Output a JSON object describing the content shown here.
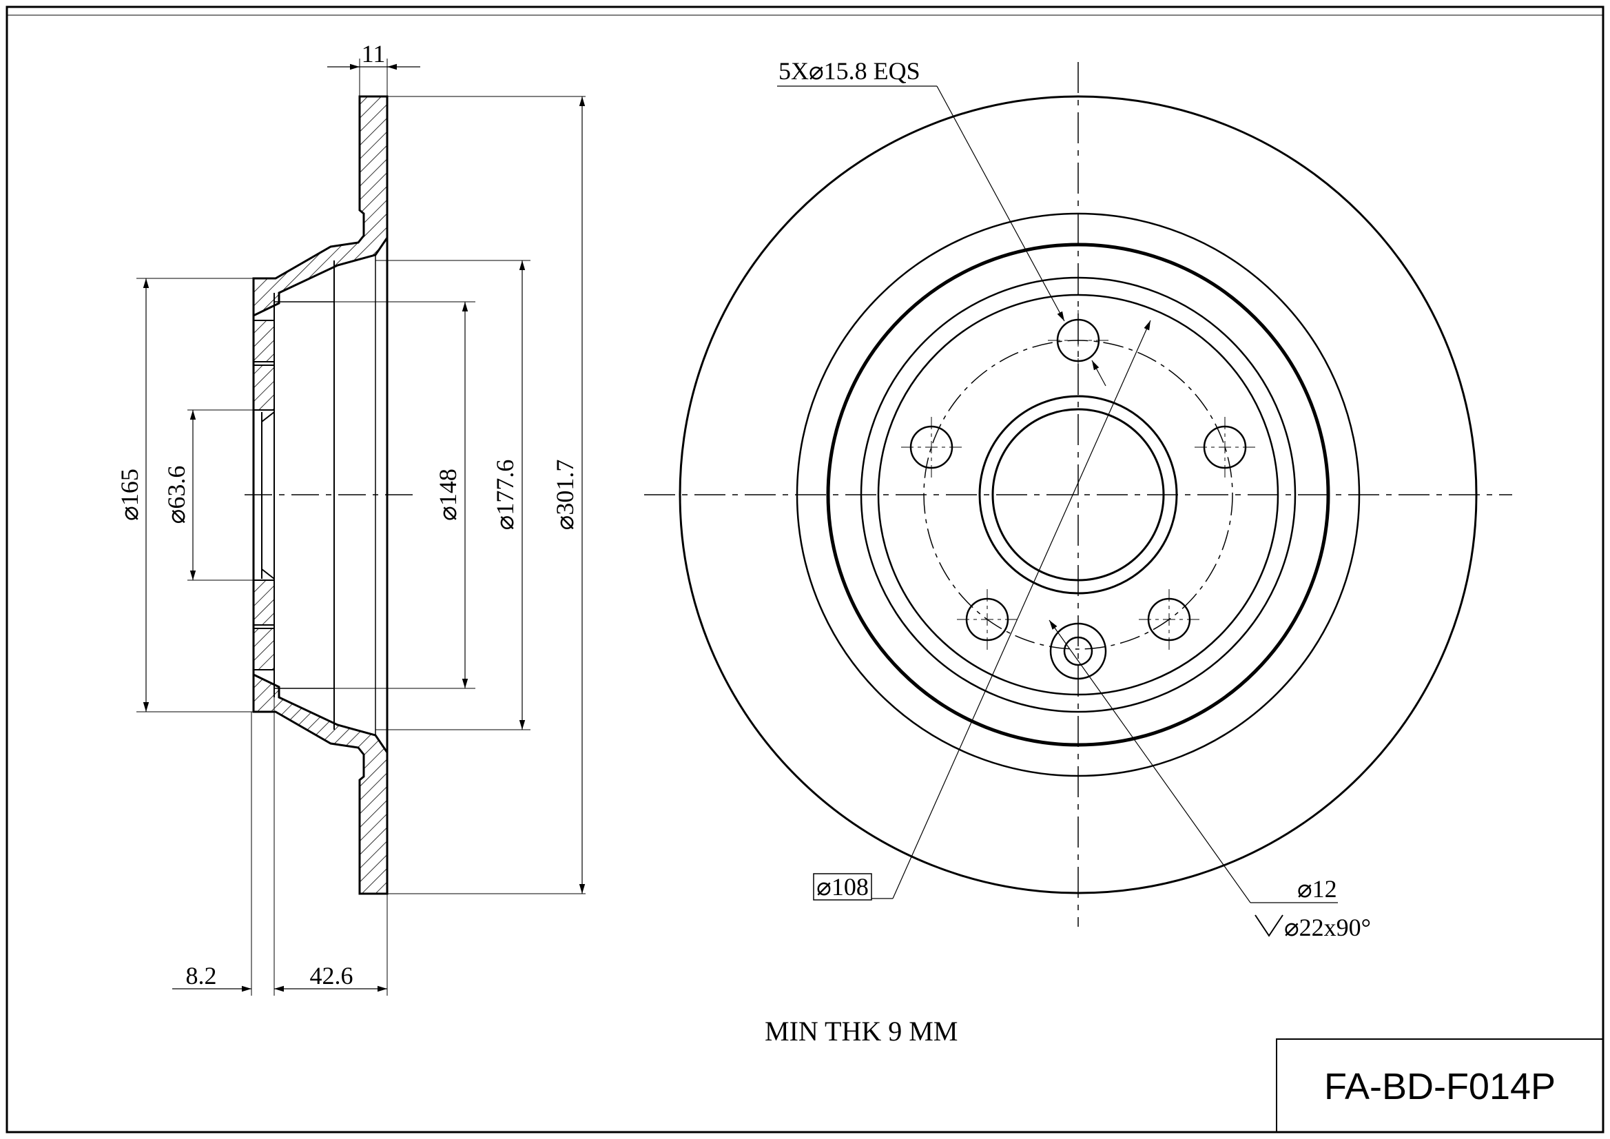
{
  "part_number": "FA-BD-F014P",
  "note": "MIN THK 9 MM",
  "dimensions": {
    "disc_thickness": "11",
    "outer_diameter": "⌀301.7",
    "hat_outer_diameter": "⌀177.6",
    "hat_inner_diameter": "⌀148",
    "hub_diameter": "⌀165",
    "center_bore": "⌀63.6",
    "flange_thickness": "8.2",
    "total_height": "42.6",
    "bolt_holes": "5X⌀15.8 EQS",
    "bolt_circle": "⌀108",
    "small_hole": "⌀12",
    "countersink": "⌀22x90°"
  },
  "colors": {
    "line": "#000000",
    "background": "#ffffff"
  }
}
